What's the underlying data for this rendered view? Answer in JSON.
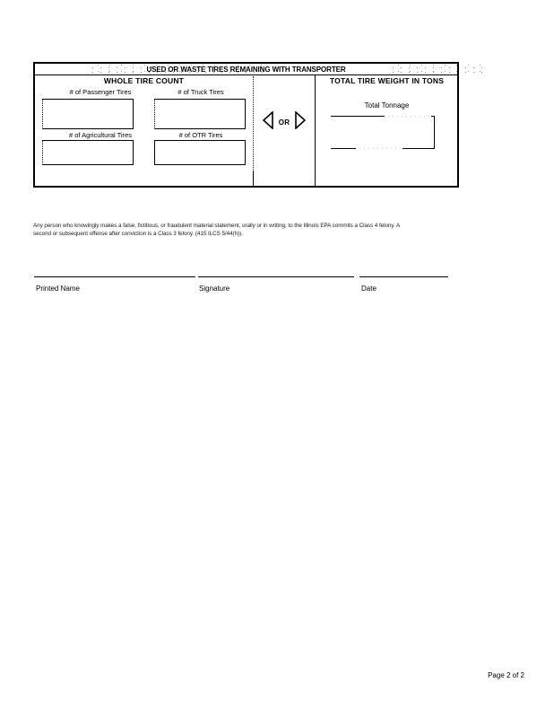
{
  "document": {
    "table_title": "USED OR WASTE TIRES REMAINING WITH TRANSPORTER",
    "sections": {
      "whole_tire_count": {
        "heading": "WHOLE TIRE COUNT",
        "fields": [
          {
            "label": "# of Passenger Tires",
            "value": ""
          },
          {
            "label": "# of Truck Tires",
            "value": ""
          },
          {
            "label": "# of Agricultural Tires",
            "value": ""
          },
          {
            "label": "# of OTR Tires",
            "value": ""
          }
        ]
      },
      "selector": {
        "or_label": "OR",
        "left_arrow_icon": "triangle-left-icon",
        "right_arrow_icon": "triangle-right-icon"
      },
      "total_tire_weight": {
        "heading": "TOTAL TIRE WEIGHT IN TONS",
        "field": {
          "label": "Total Tonnage",
          "value": ""
        }
      }
    },
    "legal_notice": {
      "line1": "Any person who knowingly makes a false, fictitious, or fraudulent material statement, orally or in writing, to the Illinois EPA commits a Class 4 felony.  A",
      "line2": "second or subsequent offense after conviction is a Class 3 felony. (415 ILCS 5/44(h))."
    },
    "signature_block": [
      {
        "label": "Printed Name",
        "value": ""
      },
      {
        "label": "Signature",
        "value": ""
      },
      {
        "label": "Date",
        "value": ""
      }
    ],
    "footer": {
      "page_label": "Page 2 of 2"
    }
  }
}
